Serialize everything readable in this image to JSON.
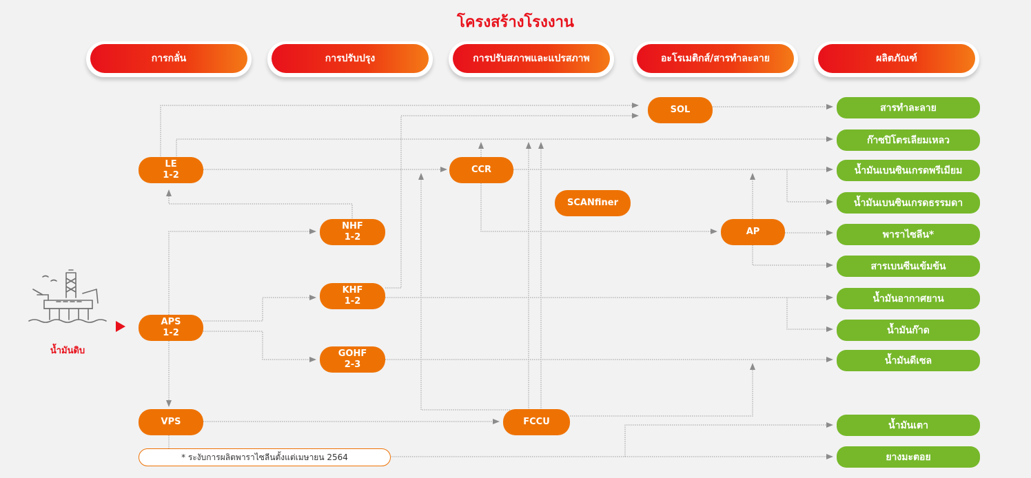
{
  "title": "โครงสร้างโรงงาน",
  "headers": [
    "การกลั่น",
    "การปรับปรุง",
    "การปรับสภาพและแปรสภาพ",
    "อะโรเมติกส์/สารทำละลาย",
    "ผลิตภัณฑ์"
  ],
  "crude_label": "น้ำมันดิบ",
  "units": {
    "le": {
      "line1": "LE",
      "line2": "1-2"
    },
    "aps": {
      "line1": "APS",
      "line2": "1-2"
    },
    "vps": {
      "line1": "VPS"
    },
    "nhf": {
      "line1": "NHF",
      "line2": "1-2"
    },
    "khf": {
      "line1": "KHF",
      "line2": "1-2"
    },
    "gohf": {
      "line1": "GOHF",
      "line2": "2-3"
    },
    "ccr": {
      "line1": "CCR"
    },
    "fccu": {
      "line1": "FCCU"
    },
    "scanfiner": {
      "line1": "SCANfiner"
    },
    "sol": {
      "line1": "SOL"
    },
    "ap": {
      "line1": "AP"
    }
  },
  "products": [
    "สารทำละลาย",
    "ก๊าซปิโตรเลียมเหลว",
    "น้ำมันเบนซินเกรดพรีเมียม",
    "น้ำมันเบนซินเกรดธรรมดา",
    "พาราไซลีน*",
    "สารเบนซีนเข้มข้น",
    "น้ำมันอากาศยาน",
    "น้ำมันก๊าด",
    "น้ำมันดีเซล",
    "น้ำมันเตา",
    "ยางมะตอย"
  ],
  "note": "* ระงับการผลิตพาราไซลีนตั้งแต่เมษายน 2564",
  "colors": {
    "red": "#e8111b",
    "orange": "#ee7203",
    "green": "#76b82a"
  }
}
